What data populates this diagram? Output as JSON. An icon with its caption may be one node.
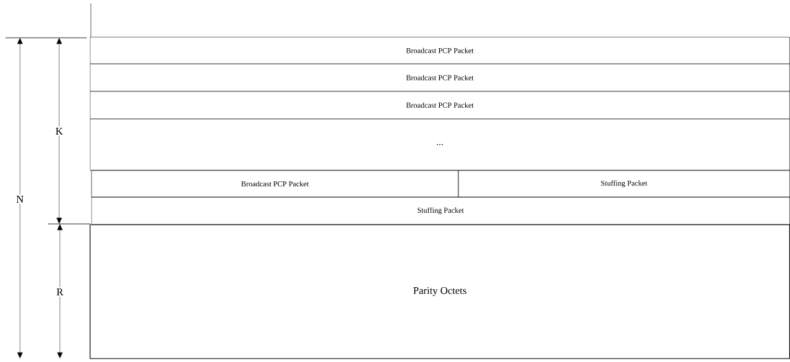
{
  "diagram": {
    "nodes": [
      {
        "text": [
          "Broadcast PCP Packet"
        ]
      },
      {
        "text": [
          "Broadcast PCP Packet"
        ]
      },
      {
        "text": [
          "Broadcast PCP Packet"
        ]
      },
      {
        "text": [
          "..."
        ]
      },
      {
        "text": [
          "Broadcast PCP Packet"
        ]
      },
      {
        "text": [
          "Stuffing Packet"
        ]
      },
      {
        "text": [
          "Stuffing Packet"
        ]
      },
      {
        "text": [
          "Parity Octets"
        ]
      }
    ],
    "labels": [
      "N",
      "K",
      "R"
    ]
  }
}
